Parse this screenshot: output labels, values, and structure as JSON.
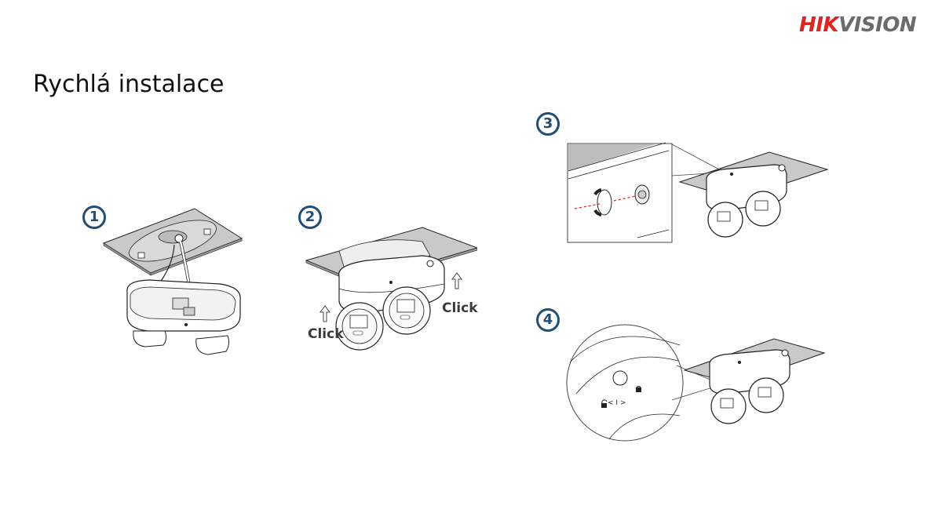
{
  "brand": {
    "logo_part1": "HIK",
    "logo_part2": "VISION",
    "primary_color": "#e0231c",
    "secondary_color": "#6b6b6b"
  },
  "slide": {
    "title": "Rychlá instalace",
    "badge_color": "#1f4e79"
  },
  "steps": [
    {
      "number": "1",
      "illustration": "camera-base-wiring-to-mount-plate"
    },
    {
      "number": "2",
      "illustration": "camera-clicked-into-mount",
      "labels": [
        "Click",
        "Click"
      ]
    },
    {
      "number": "3",
      "illustration": "tighten-screw-detail"
    },
    {
      "number": "4",
      "illustration": "lock-position-detail",
      "lock_indicator": "< I >"
    }
  ]
}
